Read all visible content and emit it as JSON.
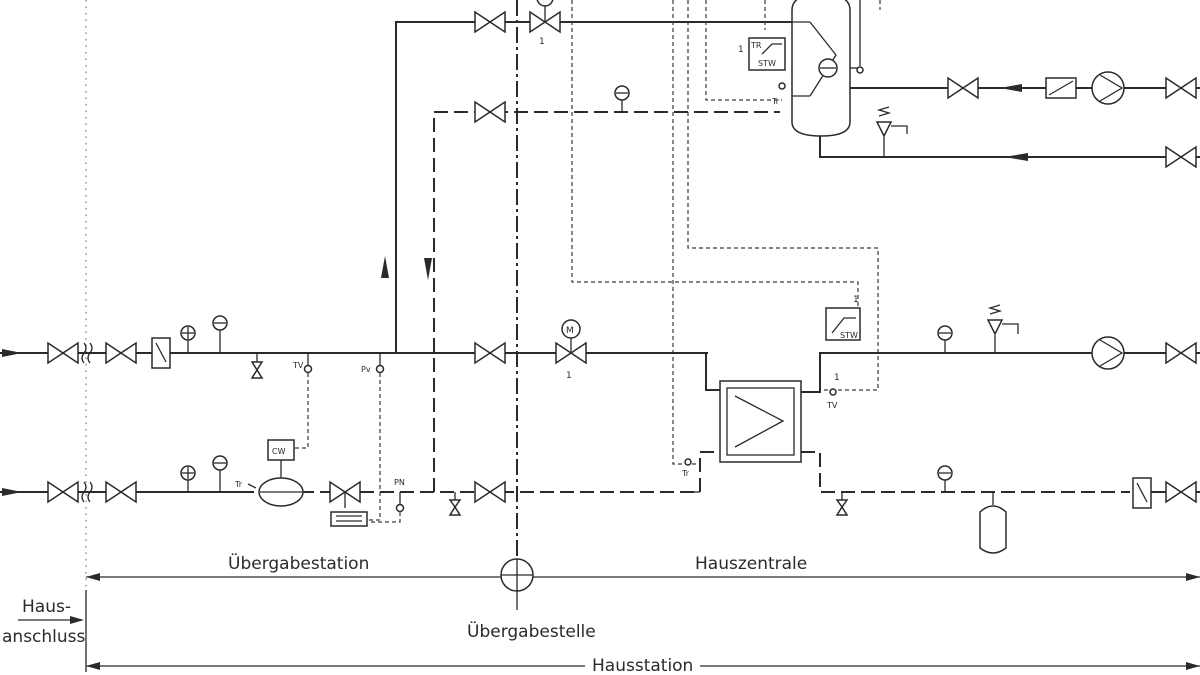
{
  "labels": {
    "uebergabestation": "Übergabestation",
    "hauszentrale": "Hauszentrale",
    "uebergabestelle": "Übergabestelle",
    "hausanschluss_line1": "Haus-",
    "hausanschluss_line2": "anschluss",
    "hausstation": "Hausstation"
  },
  "tags": {
    "motor": "M",
    "motor_number": "1",
    "tr": "TR",
    "stw": "STW",
    "cw": "CW",
    "tv": "TV",
    "pv": "Pv",
    "pn": "PN",
    "tr_small": "Tr",
    "unit_number": "1"
  }
}
